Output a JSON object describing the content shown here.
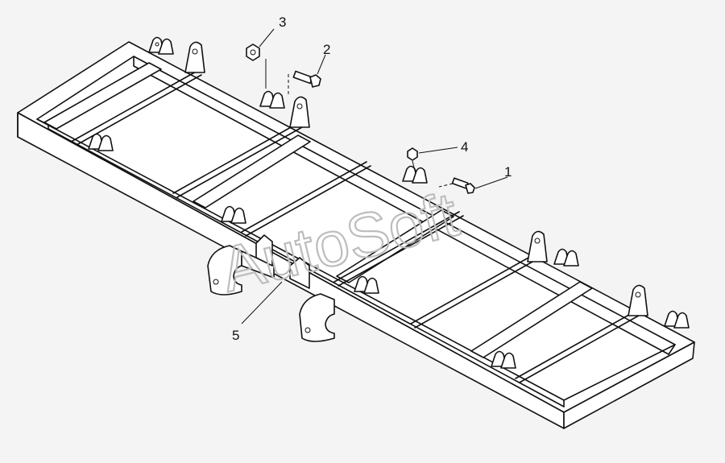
{
  "diagram": {
    "watermark": "AutoSoft",
    "callouts": [
      {
        "num": "1"
      },
      {
        "num": "2"
      },
      {
        "num": "3"
      },
      {
        "num": "4"
      },
      {
        "num": "5"
      }
    ]
  }
}
